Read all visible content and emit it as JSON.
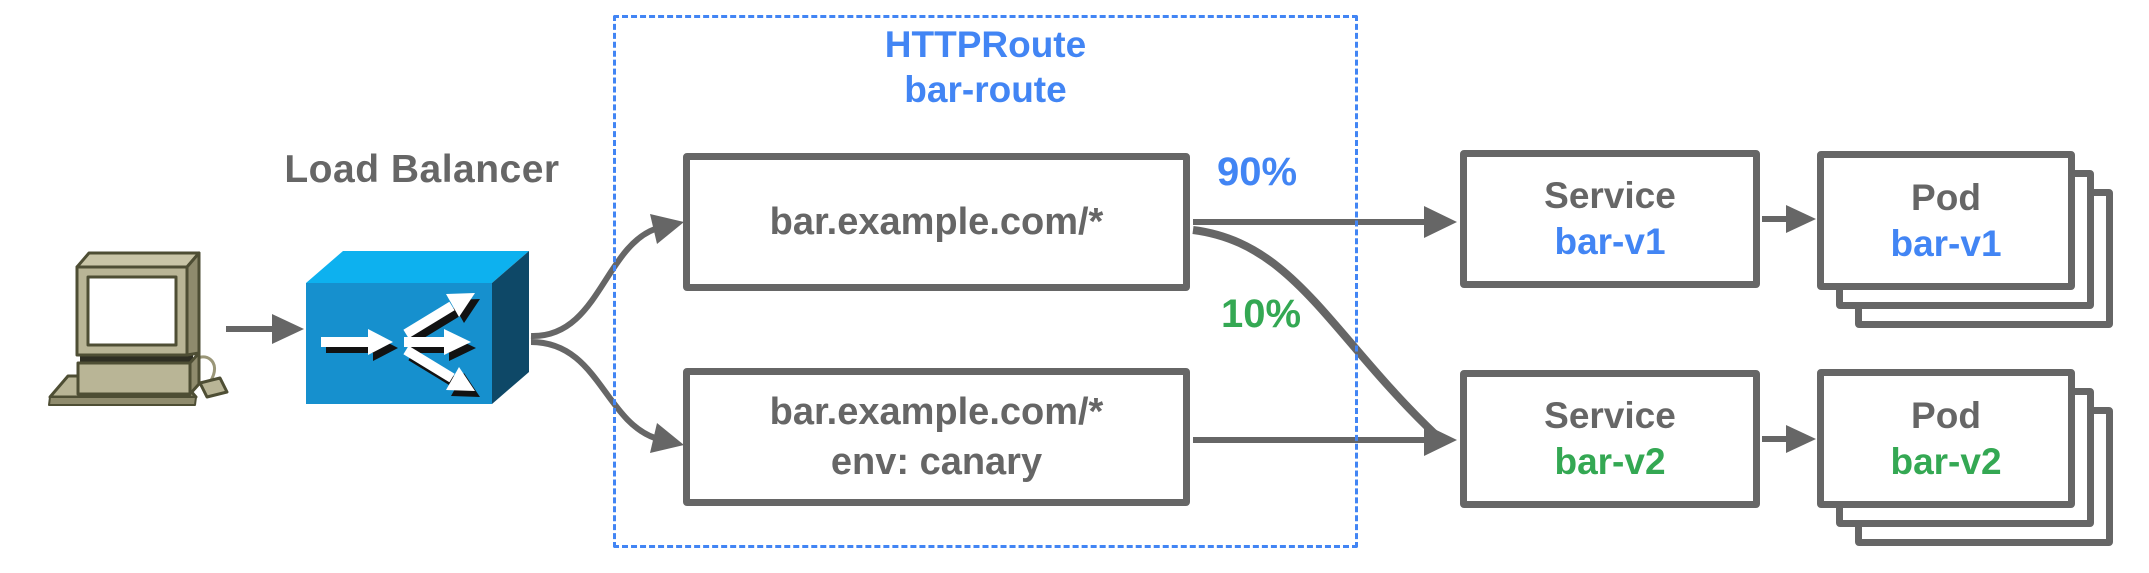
{
  "colors": {
    "gray_text": "#666666",
    "blue": "#4285f4",
    "green": "#34a853",
    "lb_front": "#1690ce",
    "lb_top": "#0db1ef",
    "lb_side": "#0e4867"
  },
  "labels": {
    "load_balancer": "Load Balancer"
  },
  "httproute_group": {
    "kind": "HTTPRoute",
    "name": "bar-route"
  },
  "match_rules": [
    {
      "lines": [
        "bar.example.com/*"
      ]
    },
    {
      "lines": [
        "bar.example.com/*",
        "env: canary"
      ]
    }
  ],
  "traffic_weights": {
    "to_bar_v1": "90%",
    "to_bar_v2": "10%"
  },
  "services": [
    {
      "type": "Service",
      "name": "bar-v1"
    },
    {
      "type": "Service",
      "name": "bar-v2"
    }
  ],
  "pods": [
    {
      "type": "Pod",
      "name": "bar-v1"
    },
    {
      "type": "Pod",
      "name": "bar-v2"
    }
  ]
}
